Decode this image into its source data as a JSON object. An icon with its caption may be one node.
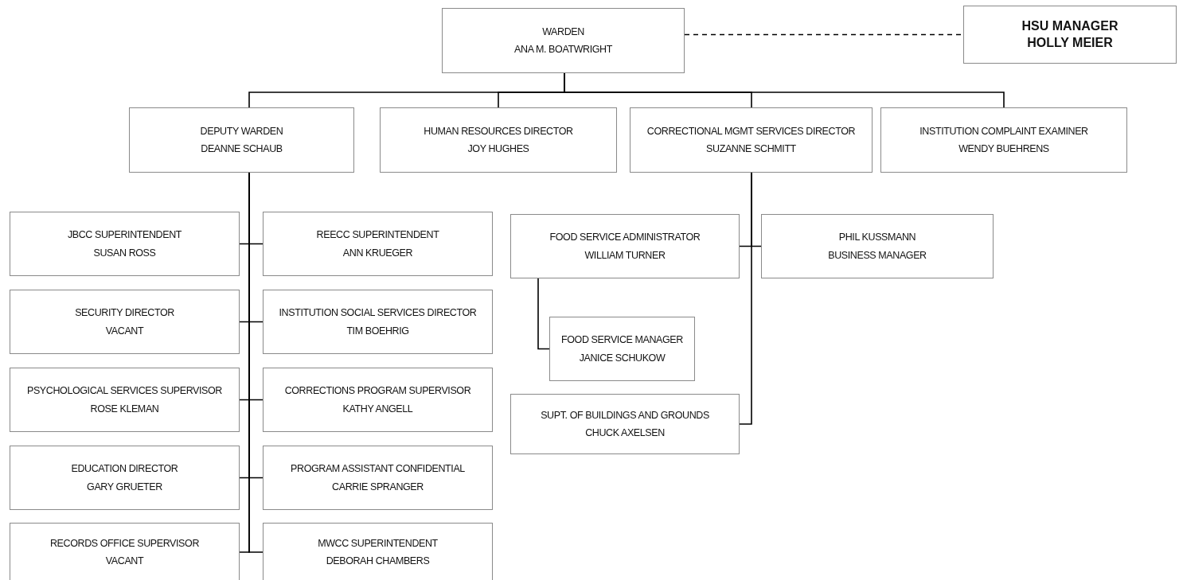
{
  "diagram": {
    "nodes": [
      {
        "text": [
          "WARDEN",
          "ANA M. BOATWRIGHT"
        ]
      },
      {
        "text": [
          "HSU MANAGER",
          "HOLLY MEIER"
        ]
      },
      {
        "text": [
          "DEPUTY WARDEN",
          "DEANNE SCHAUB"
        ]
      },
      {
        "text": [
          "HUMAN RESOURCES DIRECTOR",
          "JOY HUGHES"
        ]
      },
      {
        "text": [
          "CORRECTIONAL MGMT SERVICES DIRECTOR",
          "SUZANNE SCHMITT"
        ]
      },
      {
        "text": [
          "INSTITUTION COMPLAINT EXAMINER",
          "WENDY BUEHRENS"
        ]
      },
      {
        "text": [
          "JBCC SUPERINTENDENT",
          "SUSAN ROSS"
        ]
      },
      {
        "text": [
          "REECC SUPERINTENDENT",
          "ANN KRUEGER"
        ]
      },
      {
        "text": [
          "SECURITY DIRECTOR",
          "VACANT"
        ]
      },
      {
        "text": [
          "INSTITUTION SOCIAL SERVICES DIRECTOR",
          "TIM BOEHRIG"
        ]
      },
      {
        "text": [
          "PSYCHOLOGICAL SERVICES SUPERVISOR",
          "ROSE KLEMAN"
        ]
      },
      {
        "text": [
          "CORRECTIONS PROGRAM SUPERVISOR",
          "KATHY ANGELL"
        ]
      },
      {
        "text": [
          "EDUCATION DIRECTOR",
          "GARY GRUETER"
        ]
      },
      {
        "text": [
          "PROGRAM ASSISTANT CONFIDENTIAL",
          "CARRIE SPRANGER"
        ]
      },
      {
        "text": [
          "RECORDS OFFICE SUPERVISOR",
          "VACANT"
        ]
      },
      {
        "text": [
          "MWCC SUPERINTENDENT",
          "DEBORAH CHAMBERS"
        ]
      },
      {
        "text": [
          "FOOD SERVICE ADMINISTRATOR",
          "WILLIAM TURNER"
        ]
      },
      {
        "text": [
          "PHIL KUSSMANN",
          "BUSINESS MANAGER"
        ]
      },
      {
        "text": [
          "FOOD SERVICE MANAGER",
          "JANICE SCHUKOW"
        ]
      },
      {
        "text": [
          "SUPT. OF BUILDINGS AND GROUNDS",
          "CHUCK AXELSEN"
        ]
      }
    ],
    "edges": [
      {
        "from": 0,
        "to": 1,
        "arrow": "none",
        "style": "dashed"
      },
      {
        "from": 0,
        "to": 2,
        "arrow": "none"
      },
      {
        "from": 0,
        "to": 3,
        "arrow": "none"
      },
      {
        "from": 0,
        "to": 4,
        "arrow": "none"
      },
      {
        "from": 0,
        "to": 5,
        "arrow": "none"
      },
      {
        "from": 2,
        "to": 6,
        "arrow": "none"
      },
      {
        "from": 2,
        "to": 7,
        "arrow": "none"
      },
      {
        "from": 2,
        "to": 8,
        "arrow": "none"
      },
      {
        "from": 2,
        "to": 9,
        "arrow": "none"
      },
      {
        "from": 2,
        "to": 10,
        "arrow": "none"
      },
      {
        "from": 2,
        "to": 11,
        "arrow": "none"
      },
      {
        "from": 2,
        "to": 12,
        "arrow": "none"
      },
      {
        "from": 2,
        "to": 13,
        "arrow": "none"
      },
      {
        "from": 2,
        "to": 14,
        "arrow": "none"
      },
      {
        "from": 2,
        "to": 15,
        "arrow": "none"
      },
      {
        "from": 4,
        "to": 16,
        "arrow": "none"
      },
      {
        "from": 4,
        "to": 17,
        "arrow": "none"
      },
      {
        "from": 4,
        "to": 19,
        "arrow": "none"
      },
      {
        "from": 16,
        "to": 18,
        "arrow": "none"
      }
    ]
  }
}
